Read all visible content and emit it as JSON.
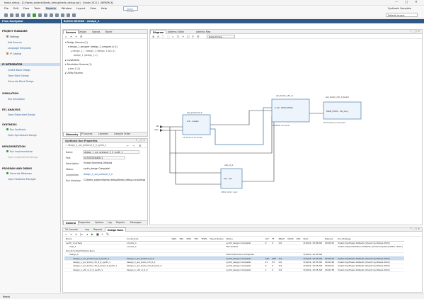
{
  "window": {
    "title": "fpeda_debug - [C:/fpeda_projects/fpeda_debug/fpeda_debug.xpr] - Vivado 2021.1 (WEBPACK)",
    "controls": [
      "—",
      "□",
      "✕"
    ]
  },
  "menu": [
    "File",
    "Edit",
    "Flow",
    "Tools",
    "Reports",
    "Window",
    "Layout",
    "View",
    "Help"
  ],
  "quick_access": "Quick Access",
  "layout_label": "Synthesis Complete",
  "layout_select": "Default Layout",
  "flow_navigator": {
    "title": "Flow Navigator",
    "sections": [
      {
        "title": "PROJECT MANAGER",
        "items": [
          "Settings",
          "Add Sources",
          "Language Templates",
          "IP Catalog"
        ]
      },
      {
        "title": "IP INTEGRATOR",
        "items": [
          "Create Block Design",
          "Open Block Design",
          "Generate Block Design"
        ]
      },
      {
        "title": "SIMULATION",
        "items": [
          "Run Simulation"
        ]
      },
      {
        "title": "RTL ANALYSIS",
        "items": [
          "Open Elaborated Design"
        ]
      },
      {
        "title": "SYNTHESIS",
        "items": [
          "Run Synthesis",
          "Open Synthesized Design"
        ]
      },
      {
        "title": "IMPLEMENTATION",
        "items": [
          "Run Implementation",
          "Open Implemented Design"
        ]
      },
      {
        "title": "PROGRAM AND DEBUG",
        "items": [
          "Generate Bitstream",
          "Open Hardware Manager"
        ]
      }
    ]
  },
  "block_design_header": "BLOCK DESIGN - design_1",
  "sources": {
    "tabs": [
      "Sources",
      "Design",
      "Signals",
      "Board"
    ],
    "tree": [
      "Design Sources (1)",
      "design_1_wrapper (design_1_wrapper.v) (1)",
      "design_1_i : design_1 (design_1.bd) (1)",
      "design_1 (design_1.v)",
      "Constraints",
      "Simulation Sources (1)",
      "sim_1 (1)",
      "Utility Sources"
    ],
    "bottom_tabs": [
      "Hierarchy",
      "IP Sources",
      "Libraries",
      "Compile Order"
    ]
  },
  "properties": {
    "title": "Synthesis Run Properties",
    "run_name": "design_1_axi_protocol_0_0_synth_1",
    "fields": [
      {
        "label": "Name:",
        "value": "design_1_axi_protocol_0_0_synth_1"
      },
      {
        "label": "Part:",
        "value": "xc7z020clg400-1"
      },
      {
        "label": "Description:",
        "value": "Vivado Synthesis Defaults"
      },
      {
        "label": "Status:",
        "value": "synth_design Complete!"
      },
      {
        "label": "Constraints:",
        "value": "design_1_axi_protocol_0_0"
      },
      {
        "label": "Run directory:",
        "value": "C:/fpeda_projects/fpeda_debug/fpeda_debug.runs/design_1"
      }
    ],
    "bottom_tabs": [
      "General",
      "Properties",
      "Options",
      "Log",
      "Reports",
      "Messages"
    ]
  },
  "diagram": {
    "tabs": [
      "Diagram",
      "Address Editor",
      "Address Map"
    ],
    "view_select": "Default View",
    "blocks": [
      {
        "name": "axi_protocol_0",
        "sub": "AXI Protocol Converter"
      },
      {
        "name": "axi_bram_ctrl_0",
        "sub": "AXI BRAM Controller"
      },
      {
        "name": "axi_bram_ctrl_0_bram",
        "sub": "Block Memory Generator"
      },
      {
        "name": "util_vl_0",
        "sub": "Utility Vector Logic"
      }
    ],
    "ports": [
      "clk",
      "rstn"
    ]
  },
  "runs": {
    "tabs": [
      "Tcl Console",
      "Log",
      "Reports",
      "Design Runs"
    ],
    "columns": [
      "Name",
      "Constraints",
      "Status",
      "WNS",
      "TNS",
      "WHS",
      "THS",
      "TPWS",
      "Failed Routes",
      "LUT",
      "FF",
      "BRAM",
      "URAM",
      "DSP",
      "Start",
      "Elapsed",
      "Run Strategy"
    ],
    "rows": [
      {
        "name": "synth_1 (active)",
        "cons": "constrs_1",
        "status": "synth_design Complete!",
        "lut": "0",
        "ff": "0",
        "bram": "0.0",
        "start": "3/10/22, 10:58 AM",
        "elapsed": "00:00:59",
        "strat": "Vivado Synthesis Defaults (Vivado Synthesis 2021)",
        "indent": 0
      },
      {
        "name": "impl_1",
        "cons": "constrs_1",
        "status": "Not started",
        "lut": "",
        "ff": "",
        "bram": "",
        "start": "",
        "elapsed": "",
        "strat": "Vivado Implementation Defaults (Vivado Implementation 2021)",
        "indent": 1
      },
      {
        "name": "Out-of-Context Module Runs",
        "cons": "",
        "status": "",
        "lut": "",
        "ff": "",
        "bram": "",
        "start": "",
        "elapsed": "",
        "strat": "",
        "indent": 0
      },
      {
        "name": "design_1",
        "cons": "",
        "status": "Submodule Runs Complete",
        "lut": "",
        "ff": "",
        "bram": "",
        "start": "3/10/22, 10:55 AM",
        "elapsed": "",
        "strat": "",
        "indent": 1
      },
      {
        "name": "design_1_axi_protocol_0_0_synth_1",
        "cons": "design_1_axi_protocol_0_0",
        "status": "synth_design Complete!",
        "lut": "190",
        "ff": "208",
        "bram": "0.0",
        "start": "3/10/22, 10:55 AM",
        "elapsed": "00:00:55",
        "strat": "Vivado Synthesis Defaults (Vivado Synthesis 2021)",
        "indent": 2
      },
      {
        "name": "design_1_axi_bram_ctrl_0_0_synth_1",
        "cons": "design_1_axi_bram_ctrl_0_0",
        "status": "synth_design Complete!",
        "lut": "21",
        "ff": "53",
        "bram": "0.0",
        "start": "3/10/22, 10:55 AM",
        "elapsed": "00:00:48",
        "strat": "Vivado Synthesis Defaults (Vivado Synthesis 2021)",
        "indent": 2
      },
      {
        "name": "design_1_axi_bram_ctrl_0_bram_0_synth_1",
        "cons": "design_1_axi_bram_ctrl_0_bram_0",
        "status": "synth_design Complete!",
        "lut": "0",
        "ff": "0",
        "bram": "0.5",
        "start": "3/10/22, 10:55 AM",
        "elapsed": "00:00:51",
        "strat": "Vivado Synthesis Defaults (Vivado Synthesis 2021)",
        "indent": 2
      },
      {
        "name": "design_1_util_vl_0_0_synth_1",
        "cons": "design_1_util_vl_0_0",
        "status": "synth_design Complete!",
        "lut": "1",
        "ff": "0",
        "bram": "0.0",
        "start": "3/10/22, 10:55 AM",
        "elapsed": "00:00:38",
        "strat": "Vivado Synthesis Defaults (Vivado Synthesis 2021)",
        "indent": 2
      }
    ]
  },
  "status_bar": "Ready"
}
